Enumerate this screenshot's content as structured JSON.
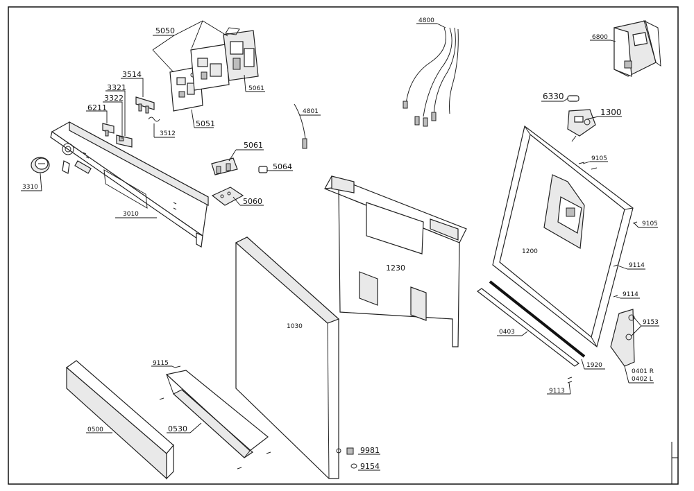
{
  "diagram": {
    "parts": {
      "p5050": "5050",
      "p3514": "3514",
      "p3321": "3321",
      "p3322": "3322",
      "p6211": "6211",
      "p3512": "3512",
      "p5051": "5051",
      "p5061a": "5061",
      "p5061b": "5061",
      "p4801": "4801",
      "p4800": "4800",
      "p6800": "6800",
      "p6330": "6330",
      "p1300": "1300",
      "p5064": "5064",
      "p5060": "5060",
      "p3310": "3310",
      "p3010": "3010",
      "p1230": "1230",
      "p1200": "1200",
      "p9105a": "9105",
      "p9105b": "9105",
      "p9114a": "9114",
      "p9114b": "9114",
      "p9153": "9153",
      "p0403": "0403",
      "p1920": "1920",
      "p0401": "0401 R",
      "p0402": "0402 L",
      "p9113": "9113",
      "p1030": "1030",
      "p9115": "9115",
      "p0500": "0500",
      "p0530": "0530",
      "p9981": "9981",
      "p9154": "9154"
    }
  }
}
